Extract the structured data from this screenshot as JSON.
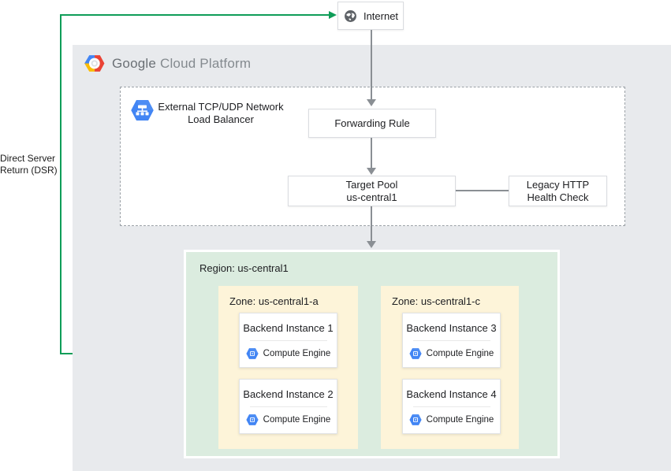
{
  "colors": {
    "green_accent": "#0f9d58",
    "arrow_gray": "#8a8f94",
    "platform_bg": "#e8eaed",
    "region_bg": "#dbecdf",
    "zone_bg": "#fdf4d9",
    "icon_blue": "#4285f4"
  },
  "dsr_label": {
    "line1": "Direct Server",
    "line2": "Return (DSR)"
  },
  "internet": {
    "label": "Internet"
  },
  "platform_header": {
    "brand": "Google",
    "product": "Cloud Platform"
  },
  "load_balancer": {
    "title_line1": "External TCP/UDP Network",
    "title_line2": "Load Balancer"
  },
  "forwarding_rule": {
    "label": "Forwarding Rule"
  },
  "target_pool": {
    "line1": "Target Pool",
    "line2": "us-central1"
  },
  "health_check": {
    "line1": "Legacy HTTP",
    "line2": "Health Check"
  },
  "region": {
    "label": "Region: us-central1",
    "zones": [
      {
        "label": "Zone: us-central1-a",
        "instances": [
          {
            "title": "Backend Instance 1",
            "product": "Compute Engine"
          },
          {
            "title": "Backend Instance 2",
            "product": "Compute Engine"
          }
        ]
      },
      {
        "label": "Zone: us-central1-c",
        "instances": [
          {
            "title": "Backend Instance 3",
            "product": "Compute Engine"
          },
          {
            "title": "Backend Instance 4",
            "product": "Compute Engine"
          }
        ]
      }
    ]
  }
}
